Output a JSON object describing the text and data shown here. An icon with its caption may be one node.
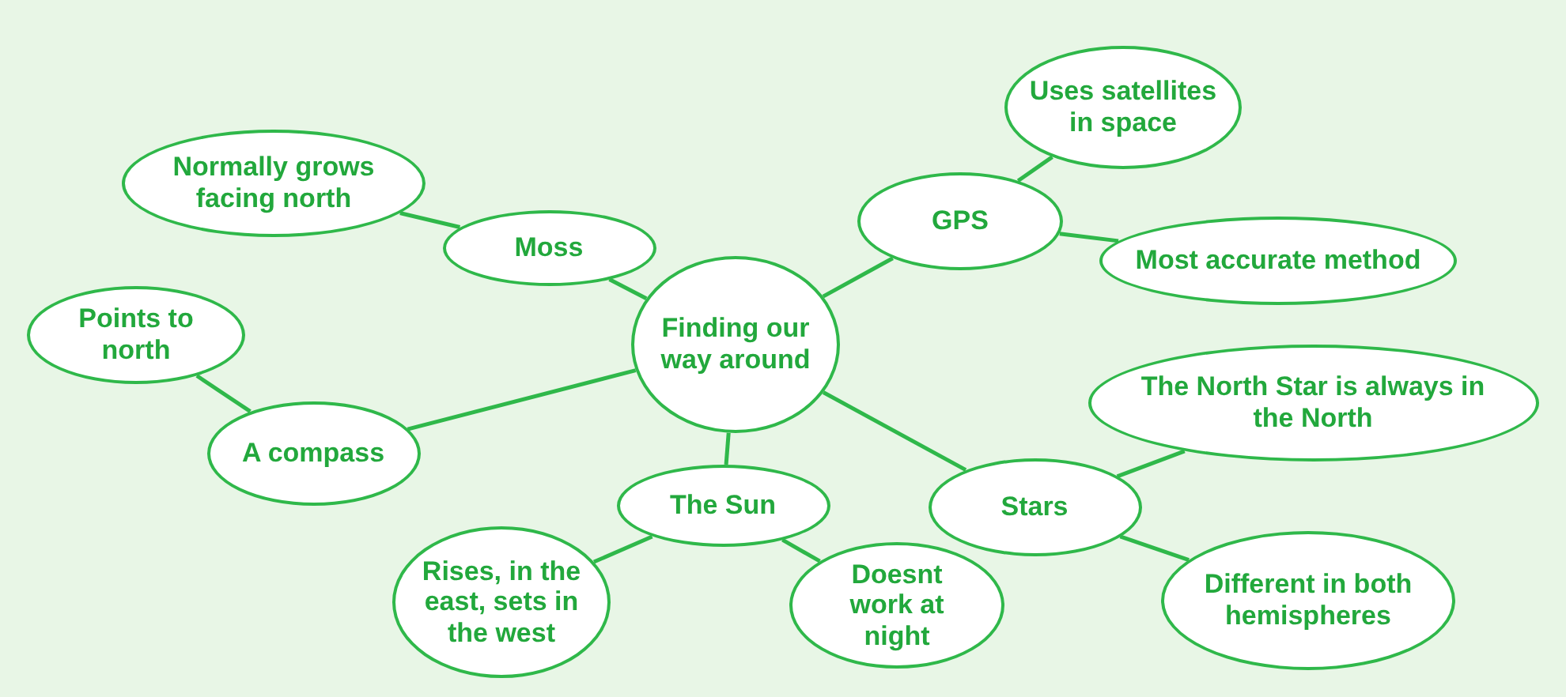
{
  "diagram": {
    "nodes": [
      {
        "text": [
          "Finding our way around"
        ]
      },
      {
        "text": [
          "Moss"
        ]
      },
      {
        "text": [
          "Normally grows facing north"
        ]
      },
      {
        "text": [
          "GPS"
        ]
      },
      {
        "text": [
          "Uses satellites in space"
        ]
      },
      {
        "text": [
          "Most accurate method"
        ]
      },
      {
        "text": [
          "Points to north"
        ]
      },
      {
        "text": [
          "A compass"
        ]
      },
      {
        "text": [
          "The Sun"
        ]
      },
      {
        "text": [
          "Rises, in the east, sets in the west"
        ]
      },
      {
        "text": [
          "Doesnt work at night"
        ]
      },
      {
        "text": [
          "Stars"
        ]
      },
      {
        "text": [
          "The North Star is always in the North"
        ]
      },
      {
        "text": [
          "Different in both hemispheres"
        ]
      }
    ],
    "edges": [
      {
        "from": 0,
        "to": 1,
        "arrow": "none"
      },
      {
        "from": 1,
        "to": 2,
        "arrow": "none"
      },
      {
        "from": 0,
        "to": 3,
        "arrow": "none"
      },
      {
        "from": 3,
        "to": 4,
        "arrow": "none"
      },
      {
        "from": 3,
        "to": 5,
        "arrow": "none"
      },
      {
        "from": 0,
        "to": 7,
        "arrow": "none"
      },
      {
        "from": 7,
        "to": 6,
        "arrow": "none"
      },
      {
        "from": 0,
        "to": 8,
        "arrow": "none"
      },
      {
        "from": 8,
        "to": 9,
        "arrow": "none"
      },
      {
        "from": 8,
        "to": 10,
        "arrow": "none"
      },
      {
        "from": 0,
        "to": 11,
        "arrow": "none"
      },
      {
        "from": 11,
        "to": 12,
        "arrow": "none"
      },
      {
        "from": 11,
        "to": 13,
        "arrow": "none"
      }
    ]
  }
}
